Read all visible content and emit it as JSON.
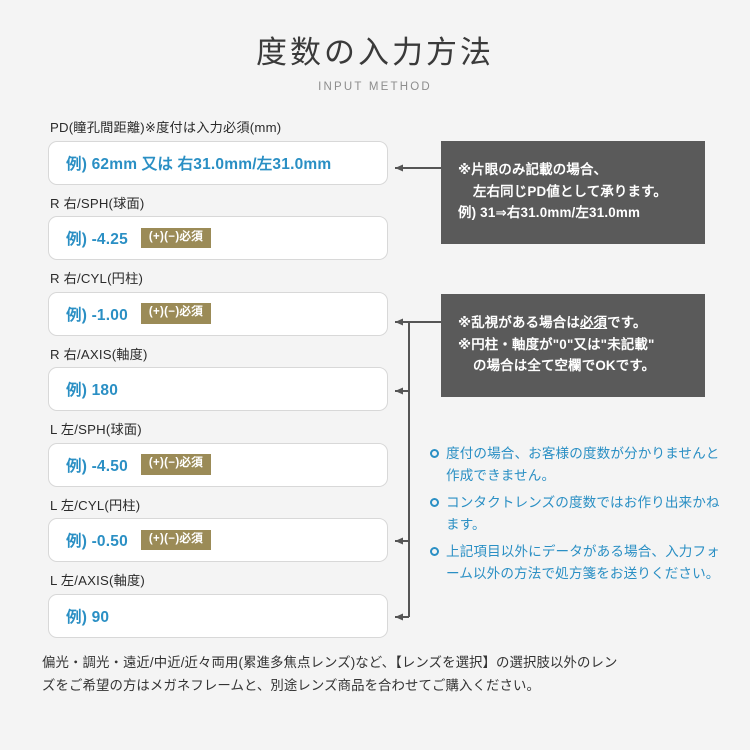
{
  "header": {
    "title": "度数の入力方法",
    "subtitle": "INPUT METHOD"
  },
  "colors": {
    "background": "#f4f4f4",
    "placeholder_blue": "#2a8fc4",
    "badge_gold": "#9b8b57",
    "callout_gray": "#5a5a5a",
    "field_border": "#d8d8d8",
    "connector": "#555555"
  },
  "fields": [
    {
      "label": "PD(瞳孔間距離)※度付は入力必須(mm)",
      "placeholder": "例) 62mm 又は 右31.0mm/左31.0mm",
      "badge": "",
      "name": "pd"
    },
    {
      "label": "R 右/SPH(球面)",
      "placeholder": "例) -4.25",
      "badge": "(+)(−)必須",
      "name": "r-sph"
    },
    {
      "label": "R 右/CYL(円柱)",
      "placeholder": "例) -1.00",
      "badge": "(+)(−)必須",
      "name": "r-cyl"
    },
    {
      "label": "R 右/AXIS(軸度)",
      "placeholder": "例) 180",
      "badge": "",
      "name": "r-axis"
    },
    {
      "label": "L 左/SPH(球面)",
      "placeholder": "例) -4.50",
      "badge": "(+)(−)必須",
      "name": "l-sph"
    },
    {
      "label": "L 左/CYL(円柱)",
      "placeholder": "例) -0.50",
      "badge": "(+)(−)必須",
      "name": "l-cyl"
    },
    {
      "label": "L 左/AXIS(軸度)",
      "placeholder": "例) 90",
      "badge": "",
      "name": "l-axis"
    }
  ],
  "callout_pd": {
    "line1": "※片眼のみ記載の場合、",
    "line2": "左右同じPD値として承ります。",
    "line3": "例) 31⇒右31.0mm/左31.0mm"
  },
  "callout_cyl": {
    "line1_pre": "※乱視がある場合は",
    "line1_underline": "必須",
    "line1_post": "です。",
    "line2": "※円柱・軸度が\"0\"又は\"未記載\"",
    "line3": "の場合は全て空欄でOKです。"
  },
  "notes": [
    "度付の場合、お客様の度数が分かりませんと作成できません。",
    "コンタクトレンズの度数ではお作り出来かねます。",
    "上記項目以外にデータがある場合、入力フォーム以外の方法で処方箋をお送りください。"
  ],
  "footer": {
    "line1": "偏光・調光・遠近/中近/近々両用(累進多焦点レンズ)など、【レンズを選択】の選択肢以外のレン",
    "line2": "ズをご希望の方はメガネフレームと、別途レンズ商品を合わせてご購入ください。"
  }
}
